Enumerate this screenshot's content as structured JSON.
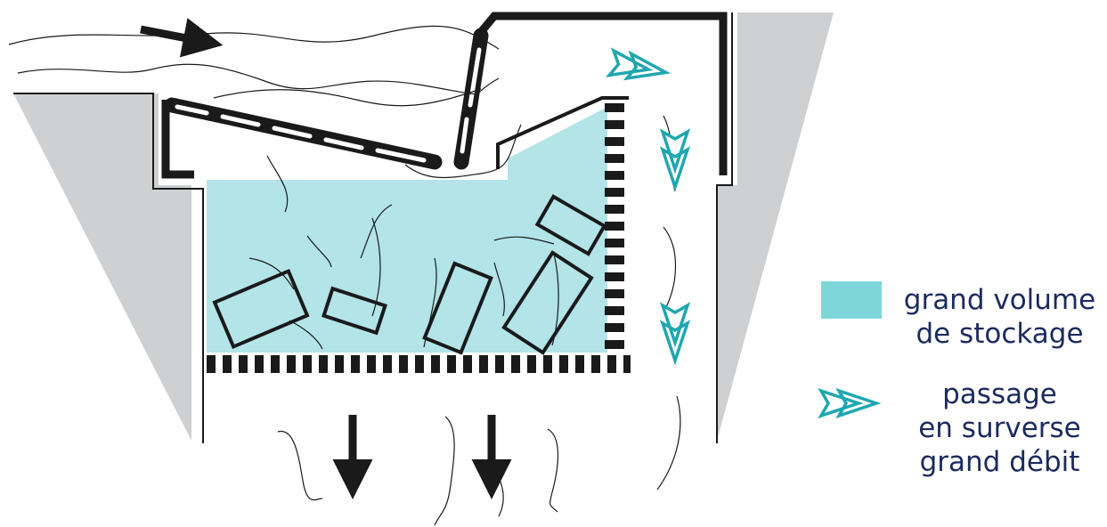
{
  "colors": {
    "storage_fill": "#b2e4e8",
    "legend_swatch": "#7fd6da",
    "arrow_cyan": "#1fa7b0",
    "wall_grey": "#cfd0d1",
    "ink": "#1a1a1a",
    "text": "#1b2b5e"
  },
  "icons": {
    "flow_in": "arrow-right-icon",
    "flow_out": "arrow-down-icon",
    "overflow": "double-chevron-arrow-icon"
  },
  "legend": {
    "storage": {
      "lines": [
        "grand volume",
        "de stockage"
      ]
    },
    "overflow": {
      "lines": [
        "passage",
        "en surverse",
        "grand débit"
      ]
    }
  }
}
